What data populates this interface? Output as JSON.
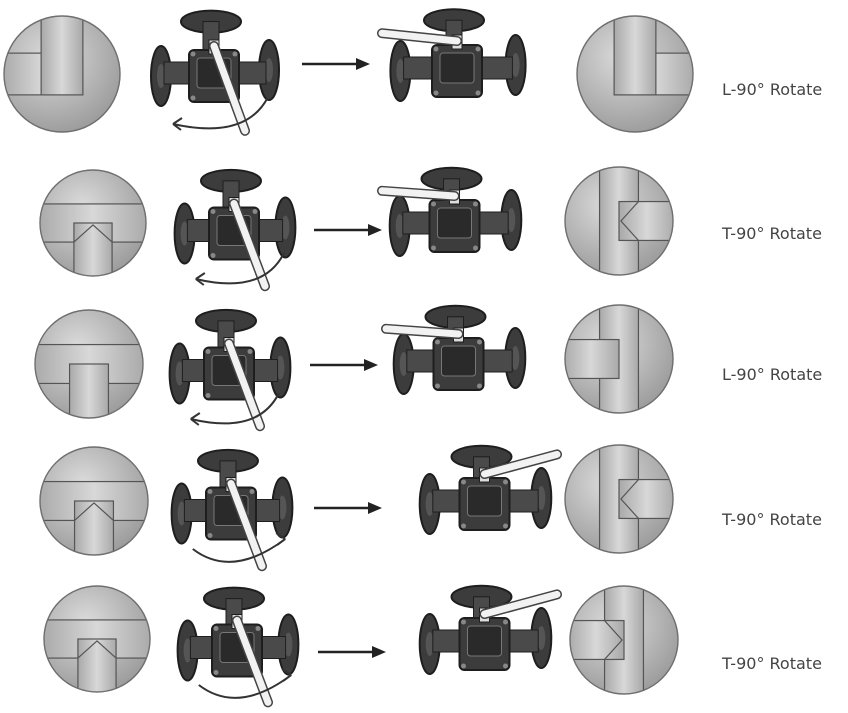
{
  "rows": [
    {
      "label": "L-90° Rotate",
      "port": "L",
      "direction": "counterclockwise",
      "handle_after": "left"
    },
    {
      "label": "T-90° Rotate",
      "port": "T",
      "direction": "counterclockwise",
      "handle_after": "left"
    },
    {
      "label": "L-90° Rotate",
      "port": "L",
      "direction": "counterclockwise",
      "handle_after": "left"
    },
    {
      "label": "T-90° Rotate",
      "port": "T",
      "direction": "clockwise",
      "handle_after": "right"
    },
    {
      "label": "T-90° Rotate",
      "port": "T",
      "direction": "clockwise",
      "handle_after": "right"
    }
  ],
  "colors": {
    "ball_light": "#dcdcdc",
    "ball_dark": "#9a9a9a",
    "channel": "#b8b8b8",
    "valve_body": "#3c3c3c",
    "valve_dark": "#1e1e1e",
    "handle": "#f2f2f2",
    "arrow": "#222222"
  }
}
